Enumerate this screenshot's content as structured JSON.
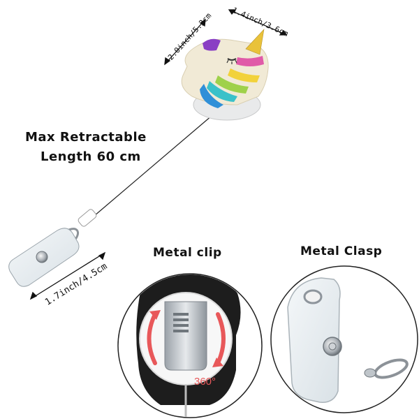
{
  "labels": {
    "retract_line1": "Max Retractable",
    "retract_line2": "Length 60 cm",
    "width_dim": "1.4inch/3.6cm",
    "height_dim": "2.0inch/5.2cm",
    "strap_dim": "1.7inch/4.5cm",
    "metal_clip": "Metal clip",
    "metal_clasp": "Metal Clasp",
    "rotation": "360°"
  },
  "colors": {
    "rotation_arrow": "#e8585a",
    "rainbow": [
      "#2f8fd8",
      "#3ac1c9",
      "#9fd14a",
      "#f2d23a",
      "#e05aa8",
      "#8a3fc4"
    ],
    "horn": "#e9c23a",
    "badge_felt": "#f1ead6",
    "clip_metal": "#c9cdd2",
    "clear_strap": "#e9eef2"
  },
  "icons": {
    "rotation": "rotate-arrow-icon"
  }
}
